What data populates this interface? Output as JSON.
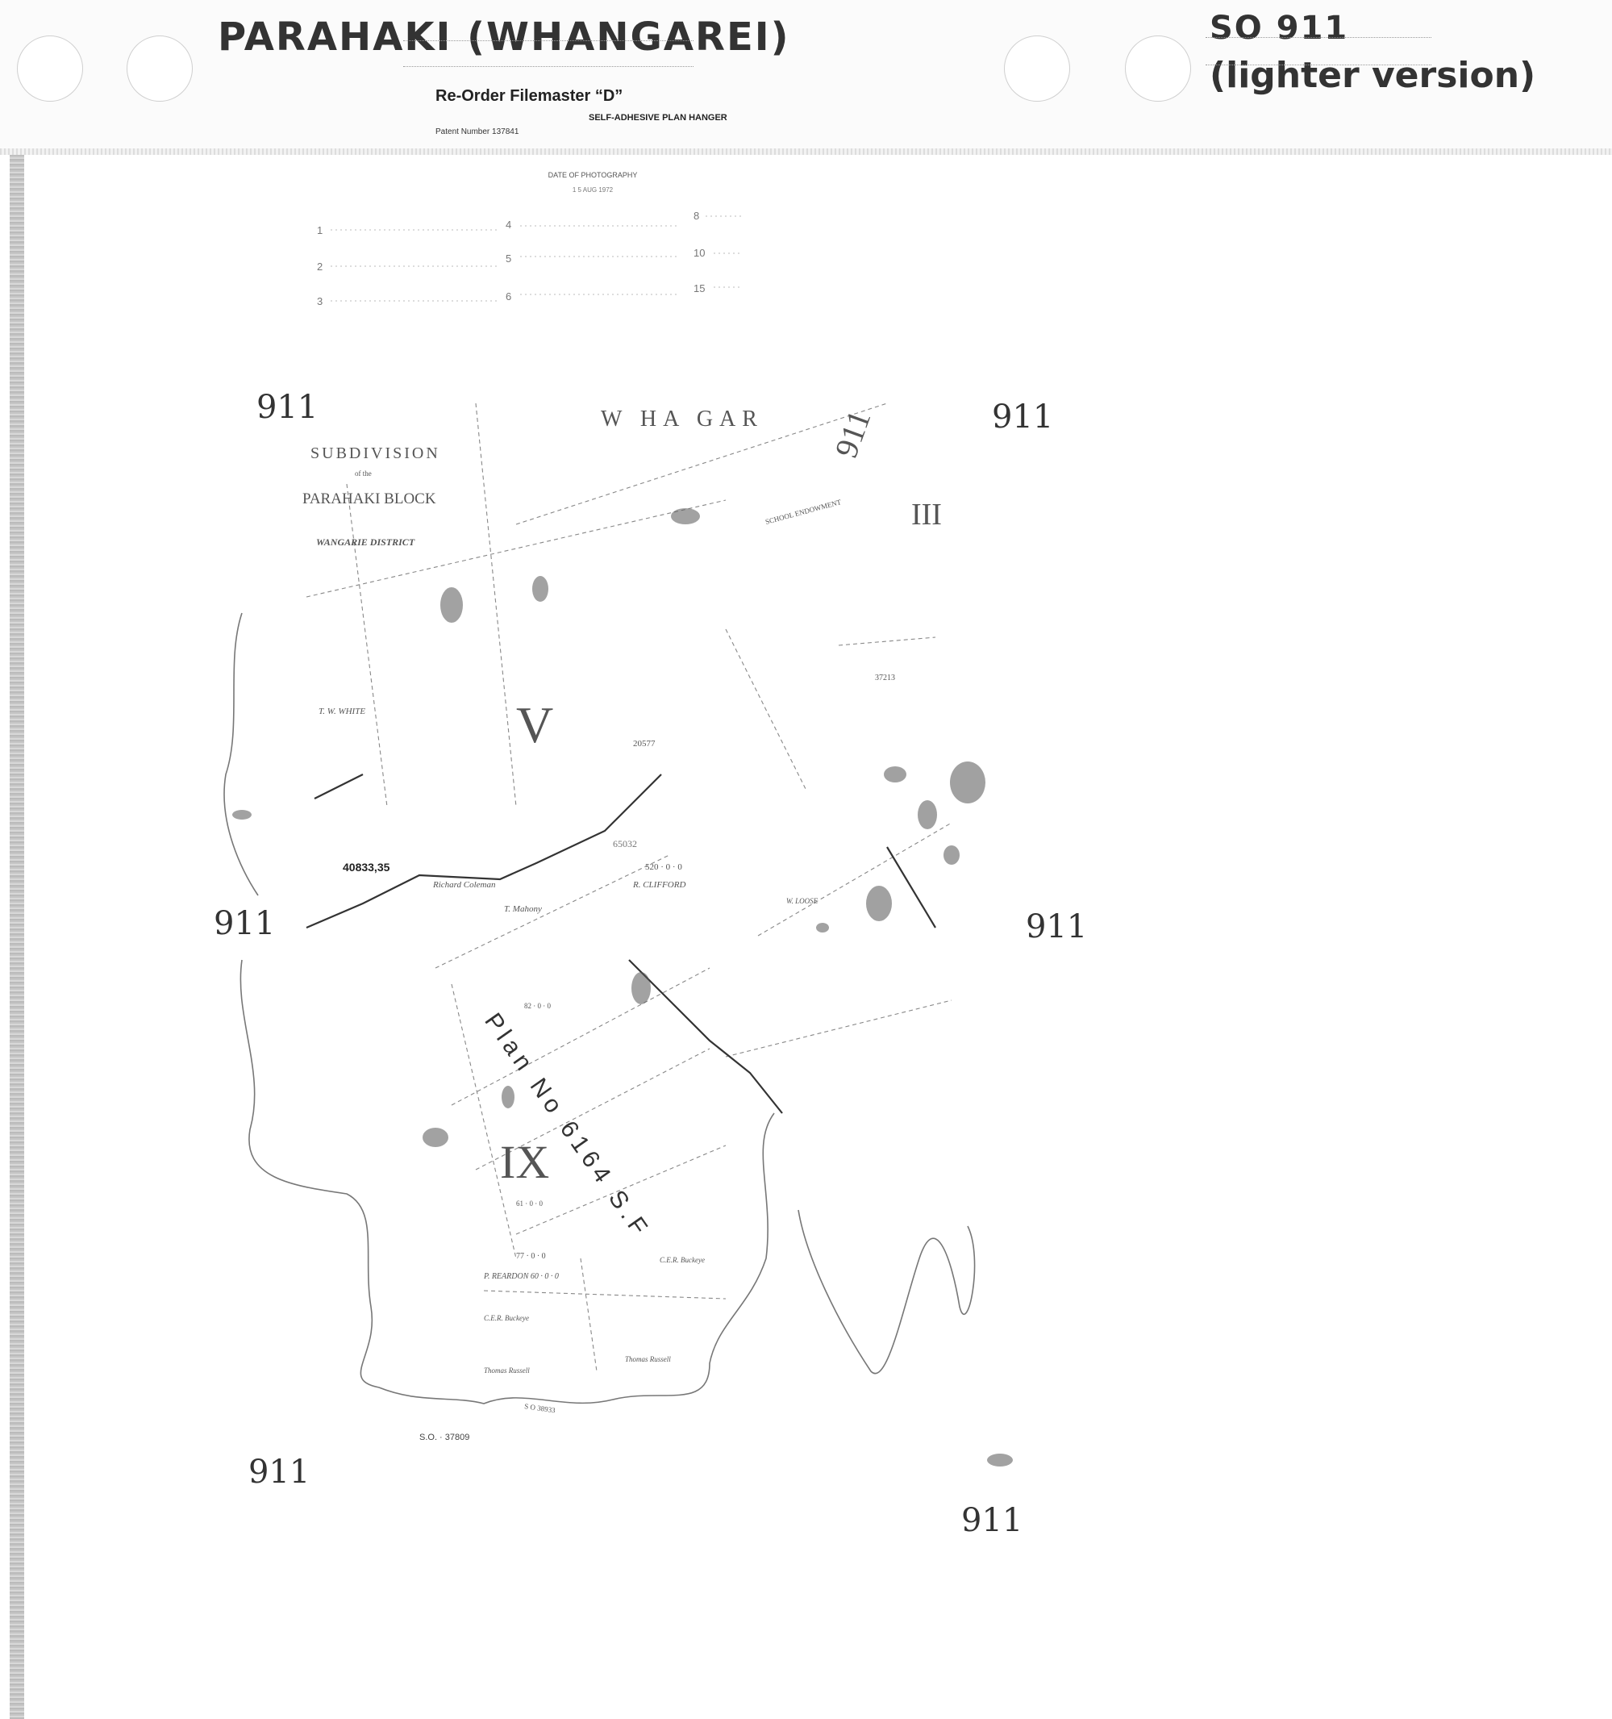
{
  "hanger": {
    "handwritten_title": "PARAHAKI (WHANGAREI)",
    "handwritten_ref": "SO 911",
    "handwritten_note": "(lighter version)",
    "brand": "Re-Order Filemaster “D”",
    "subtitle": "SELF-ADHESIVE PLAN HANGER",
    "patent": "Patent Number 137841"
  },
  "photo": {
    "label": "DATE OF PHOTOGRAPHY",
    "date": "1 5 AUG 1972",
    "scale_numbers": [
      "1",
      "2",
      "3",
      "4",
      "5",
      "6",
      "8",
      "10",
      "15"
    ]
  },
  "stamp_number": "911",
  "plan": {
    "title_1": "SUBDIVISION",
    "title_2": "of the",
    "title_3": "PARAHAKI BLOCK",
    "title_4": "WANGARIE DISTRICT",
    "top_label": "W HA GAR",
    "rotated_ref": "911",
    "roman_v": "V",
    "roman_ix": "IX",
    "roman_iii": "III",
    "plan_no": "Plan No 6164 S.F",
    "labels": {
      "white": "T. W. WHITE",
      "road": "40833,35",
      "coleman": "Richard Coleman",
      "clifford": "R. CLIFFORD",
      "clifford_area": "520 · 0 · 0",
      "ref_65032": "65032",
      "mahony": "T. Mahony",
      "school": "SCHOOL ENDOWMENT",
      "ref_20577": "20577",
      "ref_37213": "37213",
      "loose": "W. LOOSE",
      "reardon": "P. REARDON  60 · 0 · 0",
      "buckeye_1": "C.E.R. Buckeye",
      "buckeye_2": "C.E.R. Buckeye",
      "russell_1": "Thomas Russell",
      "russell_2": "Thomas Russell",
      "so_38933": "S O 38933",
      "so_37809": "S.O. ·  37809",
      "area_82": "82 · 0 · 0",
      "area_77": "77 · 0 · 0",
      "area_61": "61 · 0 · 0"
    }
  }
}
